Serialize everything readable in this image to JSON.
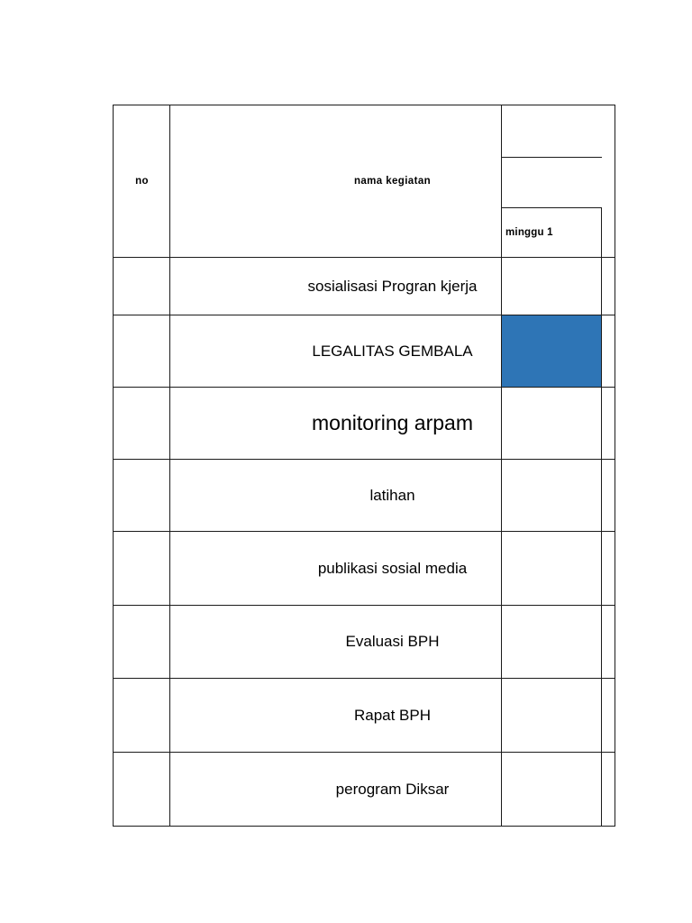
{
  "document": {
    "type": "schedule-table",
    "accent_color": "#2e75b6",
    "border_color": "#1b1b1b",
    "page_background": "#ffffff"
  },
  "table": {
    "headers": {
      "no": "no",
      "activity": "nama kegiatan",
      "week": "minggu 1"
    },
    "rows": [
      {
        "no": "",
        "activity": "sosialisasi Progran kjerja",
        "week_filled": false,
        "emphasis": "normal"
      },
      {
        "no": "",
        "activity": "LEGALITAS GEMBALA",
        "week_filled": true,
        "emphasis": "normal"
      },
      {
        "no": "",
        "activity": "monitoring arpam",
        "week_filled": false,
        "emphasis": "large"
      },
      {
        "no": "",
        "activity": "latihan",
        "week_filled": false,
        "emphasis": "normal"
      },
      {
        "no": "",
        "activity": "publikasi sosial media",
        "week_filled": false,
        "emphasis": "normal"
      },
      {
        "no": "",
        "activity": "Evaluasi BPH",
        "week_filled": false,
        "emphasis": "normal"
      },
      {
        "no": "",
        "activity": "Rapat BPH",
        "week_filled": false,
        "emphasis": "normal"
      },
      {
        "no": "",
        "activity": "perogram Diksar",
        "week_filled": false,
        "emphasis": "normal"
      }
    ]
  }
}
